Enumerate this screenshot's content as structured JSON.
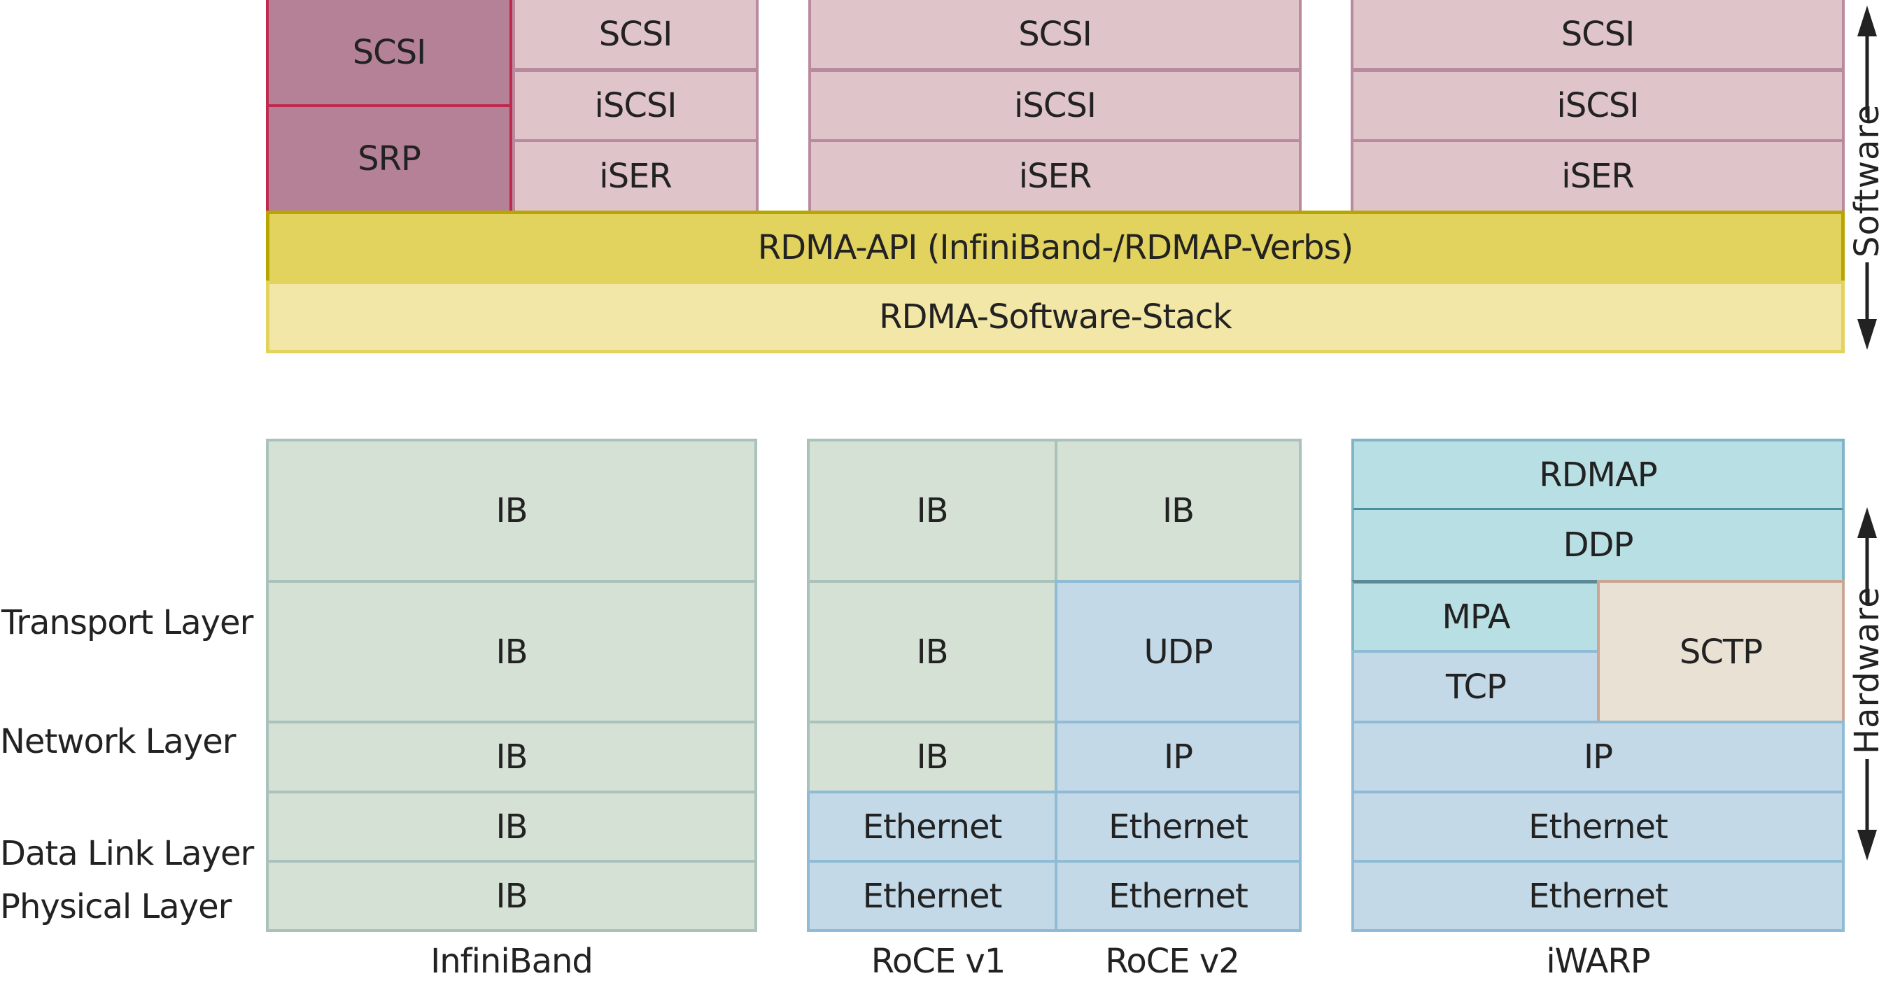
{
  "title": "RDMA protocol stacks: InfiniBand, RoCE v1, RoCE v2, iWARP",
  "colors": {
    "upper_protocol_fill": "#dfc4ca",
    "infiniband_native_fill": "#b58196",
    "rdma_api_fill": "#e2d25e",
    "rdma_stack_fill": "#f2e7a7",
    "ib_fill": "#d6e1d6",
    "ethernet_ip_fill": "#c4d9e8",
    "iwarp_fill": "#b8dfe3",
    "sctp_fill": "#e9e1d3"
  },
  "software": {
    "infiniband": {
      "native": [
        "SCSI",
        "SRP"
      ],
      "upper": [
        "SCSI",
        "iSCSI",
        "iSER"
      ]
    },
    "roce": [
      "SCSI",
      "iSCSI",
      "iSER"
    ],
    "iwarp": [
      "SCSI",
      "iSCSI",
      "iSER"
    ],
    "rdma_api": "RDMA-API (InfiniBand-/RDMAP-Verbs)",
    "rdma_stack": "RDMA-Software-Stack"
  },
  "hardware": {
    "infiniband": [
      "IB",
      "IB",
      "IB",
      "IB",
      "IB"
    ],
    "roce_v1": [
      "IB",
      "IB",
      "IB",
      "Ethernet",
      "Ethernet"
    ],
    "roce_v2": [
      "IB",
      "UDP",
      "IP",
      "Ethernet",
      "Ethernet"
    ],
    "iwarp": {
      "rdmap": "RDMAP",
      "ddp": "DDP",
      "mpa": "MPA",
      "tcp": "TCP",
      "sctp": "SCTP",
      "ip": "IP",
      "ethernet1": "Ethernet",
      "ethernet2": "Ethernet"
    }
  },
  "layers": {
    "transport": "Transport Layer",
    "network": "Network Layer",
    "datalink": "Data Link Layer",
    "physical": "Physical Layer"
  },
  "columns": {
    "infiniband": "InfiniBand",
    "roce_v1": "RoCE v1",
    "roce_v2": "RoCE v2",
    "iwarp": "iWARP"
  },
  "side_labels": {
    "software": "Software",
    "hardware": "Hardware"
  }
}
